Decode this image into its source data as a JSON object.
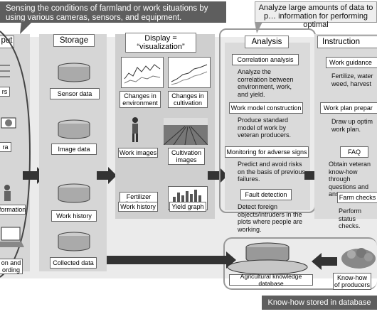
{
  "callouts": {
    "sensing": "Sensing the conditions of farmland or work situations by using various cameras, sensors, and equipment.",
    "analyze": "Analyze large amounts of data to p… information for performing optimal"
  },
  "columns": {
    "input": {
      "title": "put"
    },
    "storage": {
      "title": "Storage"
    },
    "display": {
      "title": "Display = “visualization”"
    },
    "analysis": {
      "title": "Analysis"
    },
    "instruction": {
      "title": "Instruction"
    }
  },
  "input_items": [
    "rs",
    "ra",
    "formation",
    "on and\nording"
  ],
  "storage_items": [
    "Sensor data",
    "Image data",
    "Work history",
    "Collected data"
  ],
  "display_items": {
    "changes_env": "Changes in environment",
    "changes_cult": "Changes in cultivation",
    "work_images": "Work images",
    "cult_images": "Cultivation images",
    "fert_dist": "Fertilizer distribution",
    "work_history": "Work history",
    "yield_graph": "Yield graph"
  },
  "analysis_items": [
    {
      "title": "Correlation analysis",
      "desc": "Analyze the correlation between environment, work, and yield."
    },
    {
      "title": "Work model construction",
      "desc": "Produce standard model of work by veteran producers."
    },
    {
      "title": "Monitoring for adverse signs",
      "desc": "Predict and avoid risks on the basis of previous failures."
    },
    {
      "title": "Fault detection",
      "desc": "Detect foreign objects/intruders in the plots where people are working."
    }
  ],
  "instruction_items": [
    {
      "title": "Work guidance",
      "desc": "Fertilize, water weed, harvest"
    },
    {
      "title": "Work plan prepar",
      "desc": "Draw up optim work plan."
    },
    {
      "title": "FAQ",
      "desc": "Obtain veteran know-how through questions and ans"
    },
    {
      "title": "Farm checks",
      "desc": "Perform status checks."
    }
  ],
  "bottom": {
    "database": "Agricultural knowledge database",
    "knowhow": "Know-how of producers",
    "stored": "Know-how stored in database"
  }
}
